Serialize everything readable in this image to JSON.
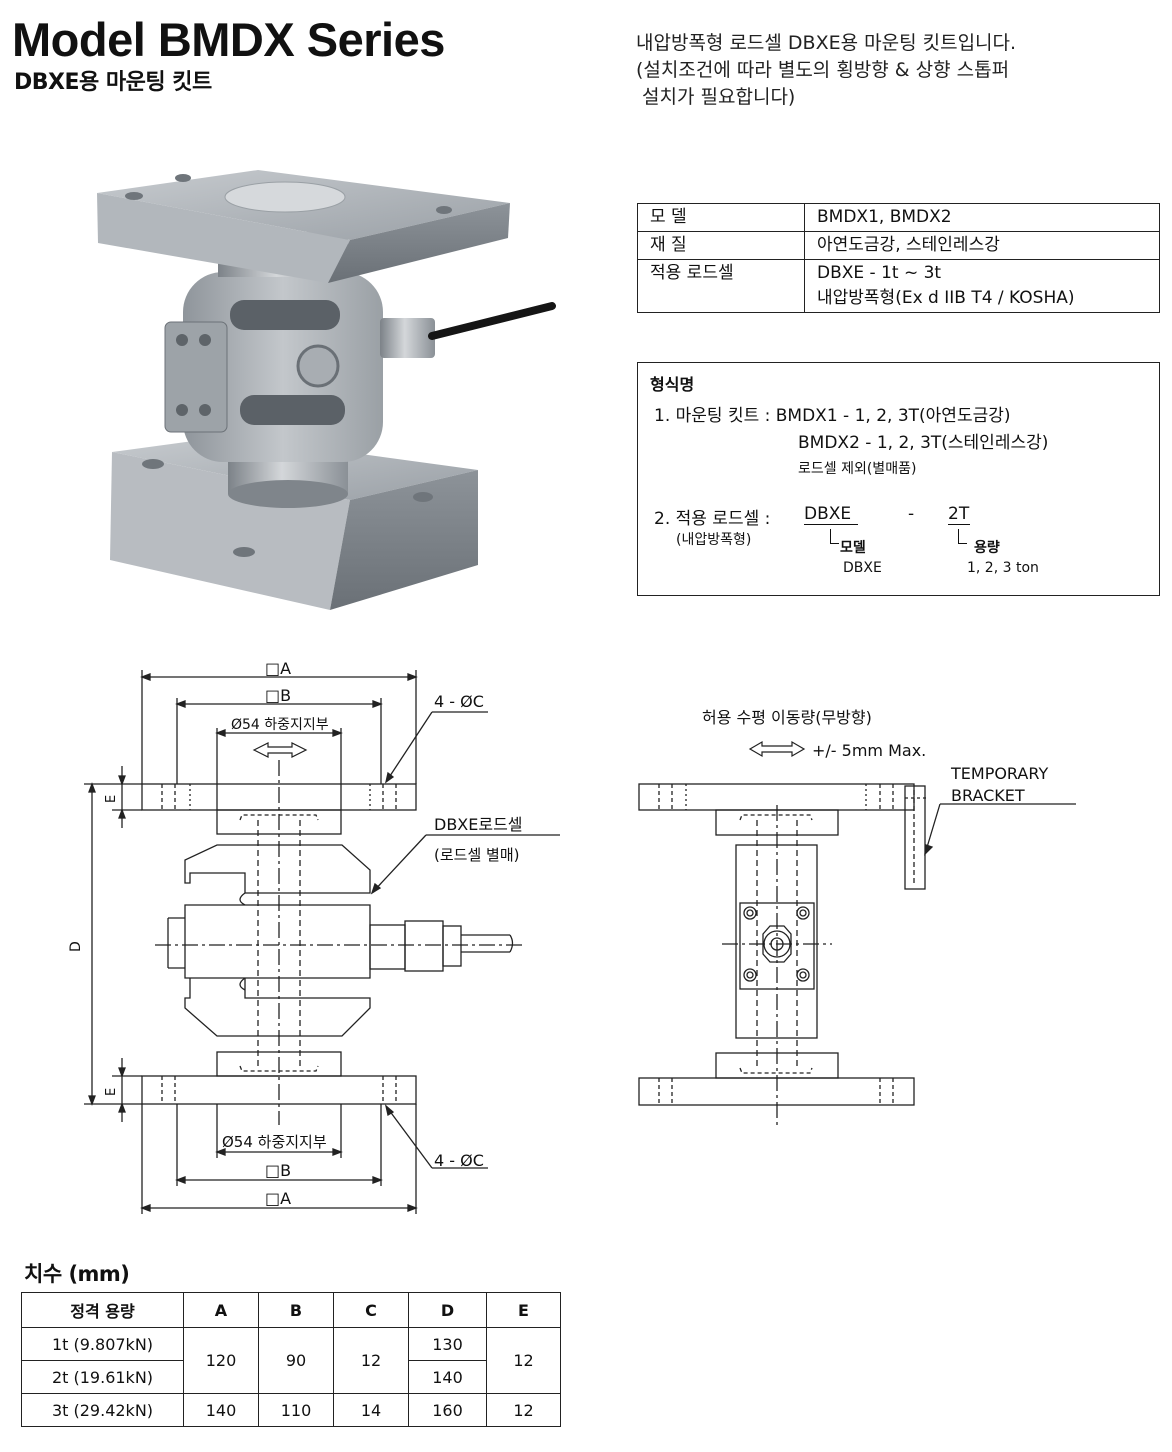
{
  "header": {
    "title": "Model BMDX Series",
    "subtitle": "DBXE용 마운팅 킷트",
    "intro_lines": [
      "내압방폭형 로드셀 DBXE용 마운팅 킷트입니다.",
      "(설치조건에 따라 별도의 횡방향 & 상향 스톱퍼",
      " 설치가 필요합니다)"
    ]
  },
  "spec": {
    "rows": [
      {
        "key": "모 델",
        "value": "BMDX1, BMDX2"
      },
      {
        "key": "재 질",
        "value": "아연도금강, 스테인레스강"
      },
      {
        "key": "적용 로드셀",
        "value": "DBXE - 1t ~ 3t",
        "value2": "내압방폭형(Ex d IIB T4 / KOSHA)"
      }
    ]
  },
  "type_name": {
    "heading": "형식명",
    "kit_line1": "1. 마운팅 킷트 : BMDX1 - 1, 2, 3T(아연도금강)",
    "kit_line2": "BMDX2 - 1, 2, 3T(스테인레스강)",
    "kit_note": "로드셀 제외(별매품)",
    "cell_label": "2. 적용 로드셀 :",
    "cell_sub": "(내압방폭형)",
    "cell_model": "DBXE",
    "cell_dash": "-",
    "cell_cap": "2T",
    "model_label": "모델",
    "model_value": "DBXE",
    "cap_label": "용량",
    "cap_value": "1, 2, 3 ton"
  },
  "drawing": {
    "dim_A": "□A",
    "dim_B": "□B",
    "support": "Ø54 하중지지부",
    "hole": "4 - ØC",
    "cell_label": "DBXE로드셀",
    "cell_note": "(로드셀 별매)",
    "dim_D": "D",
    "dim_E": "E",
    "lateral_title": "허용 수평 이동량(무방향)",
    "lateral_value": "+/- 5mm Max.",
    "bracket_line1": "TEMPORARY",
    "bracket_line2": "BRACKET"
  },
  "dimensions": {
    "title": "치수 (mm)",
    "headers": [
      "정격 용량",
      "A",
      "B",
      "C",
      "D",
      "E"
    ],
    "rows": [
      {
        "cap": "1t (9.807kN)",
        "A": "120",
        "B": "90",
        "C": "12",
        "D": "130",
        "E": "12"
      },
      {
        "cap": "2t (19.61kN)",
        "D": "140"
      },
      {
        "cap": "3t (29.42kN)",
        "A": "140",
        "B": "110",
        "C": "14",
        "D": "160",
        "E": "12"
      }
    ]
  }
}
